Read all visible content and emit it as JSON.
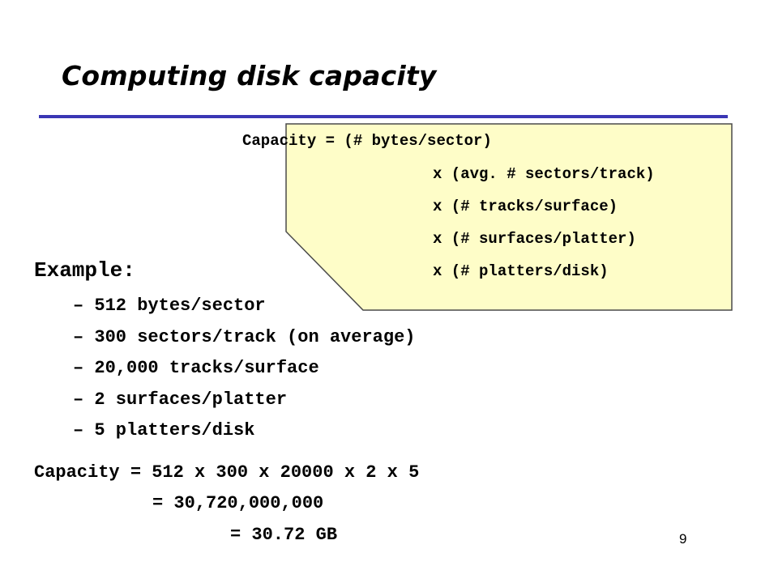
{
  "slide": {
    "title": "Computing disk capacity",
    "page_number": "9"
  },
  "formula": {
    "first_line": "Capacity = (# bytes/sector)",
    "factors": [
      "x (avg. # sectors/track)",
      "x (# tracks/surface)",
      "x (# surfaces/platter)",
      "x (# platters/disk)"
    ]
  },
  "example": {
    "heading": "Example:",
    "items": [
      "– 512 bytes/sector",
      "– 300 sectors/track (on average)",
      "– 20,000 tracks/surface",
      "– 2 surfaces/platter",
      "– 5 platters/disk"
    ]
  },
  "calculation": {
    "line1": "Capacity = 512 x 300 x 20000 x 2 x 5",
    "line2": "= 30,720,000,000",
    "line3": "= 30.72 GB"
  },
  "colors": {
    "rule": "#3a36b4",
    "callout_fill": "#fefdc8",
    "callout_border": "#4a4a4a"
  }
}
